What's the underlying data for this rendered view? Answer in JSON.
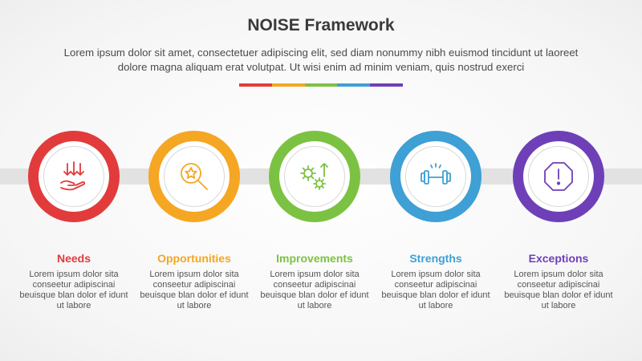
{
  "header": {
    "title": "NOISE Framework",
    "subtitle": "Lorem ipsum dolor sit amet, consectetuer adipiscing elit, sed diam nonummy nibh euismod tincidunt ut laoreet dolore magna aliquam erat volutpat. Ut wisi enim ad minim veniam, quis nostrud exerci"
  },
  "colors": [
    "#e23b3b",
    "#f5a623",
    "#7cc242",
    "#3ea0d5",
    "#6f3fb8"
  ],
  "steps": [
    {
      "title": "Needs",
      "desc": "Lorem ipsum dolor sita conseetur adipiscinai beuisque blan dolor ef idunt ut labore",
      "color": "#e23b3b",
      "icon": "hand-arrows-down-icon"
    },
    {
      "title": "Opportunities",
      "desc": "Lorem ipsum dolor sita conseetur adipiscinai beuisque blan dolor ef idunt ut labore",
      "color": "#f5a623",
      "icon": "magnifier-star-icon"
    },
    {
      "title": "Improvements",
      "desc": "Lorem ipsum dolor sita conseetur adipiscinai beuisque blan dolor ef idunt ut labore",
      "color": "#7cc242",
      "icon": "gears-arrow-up-icon"
    },
    {
      "title": "Strengths",
      "desc": "Lorem ipsum dolor sita conseetur adipiscinai beuisque blan dolor ef idunt ut labore",
      "color": "#3ea0d5",
      "icon": "dumbbell-icon"
    },
    {
      "title": "Exceptions",
      "desc": "Lorem ipsum dolor sita conseetur adipiscinai beuisque blan dolor ef idunt ut labore",
      "color": "#6f3fb8",
      "icon": "hexagon-exclamation-icon"
    }
  ]
}
